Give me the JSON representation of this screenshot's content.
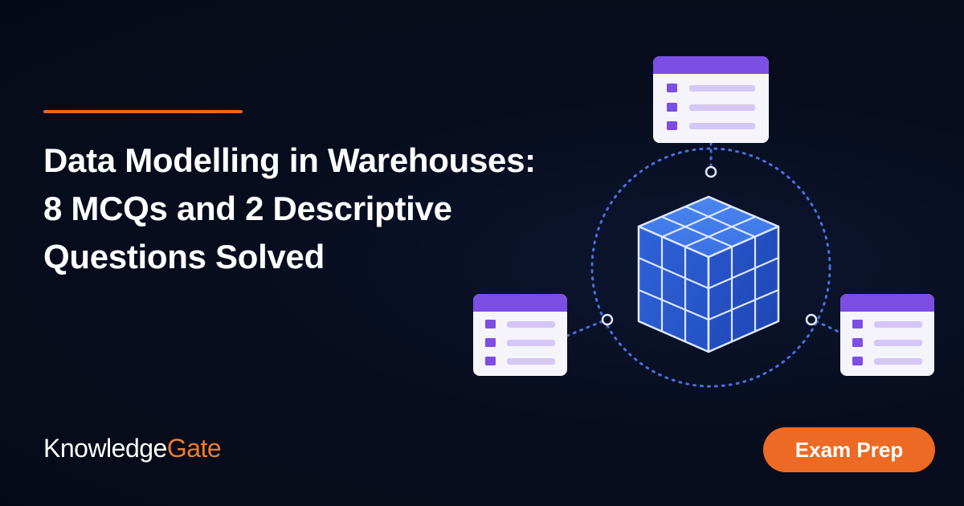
{
  "headline": {
    "line1": "Data Modelling in Warehouses:",
    "line2": "8 MCQs and 2 Descriptive",
    "line3": "Questions Solved"
  },
  "brand": {
    "part1": "Knowledge",
    "part2": "Gate"
  },
  "badge": {
    "label": "Exam Prep"
  },
  "colors": {
    "accent": "#e8652a",
    "badge": "#ec6a23",
    "cube": "#2b5fd6",
    "card_header": "#7c4ee4",
    "connector": "#4a6fe0"
  }
}
